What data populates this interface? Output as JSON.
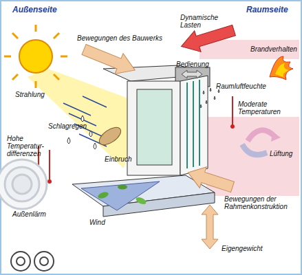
{
  "diagram": {
    "labels": [
      "Außenseite",
      "Raumseite",
      "Dynamische Lasten",
      "Bewegungen des Bauwerks",
      "Brandverhalten",
      "Bedienung",
      "Raumluftfeuchte",
      "Moderate Temperaturen",
      "Strahlung",
      "Schlagregen",
      "Lüftung",
      "Hohe Temperatur- differenzen",
      "Einbruch",
      "Außenlärm",
      "Wind",
      "Bewegungen der Rahmenkonstruktion",
      "Eigengewicht"
    ]
  }
}
